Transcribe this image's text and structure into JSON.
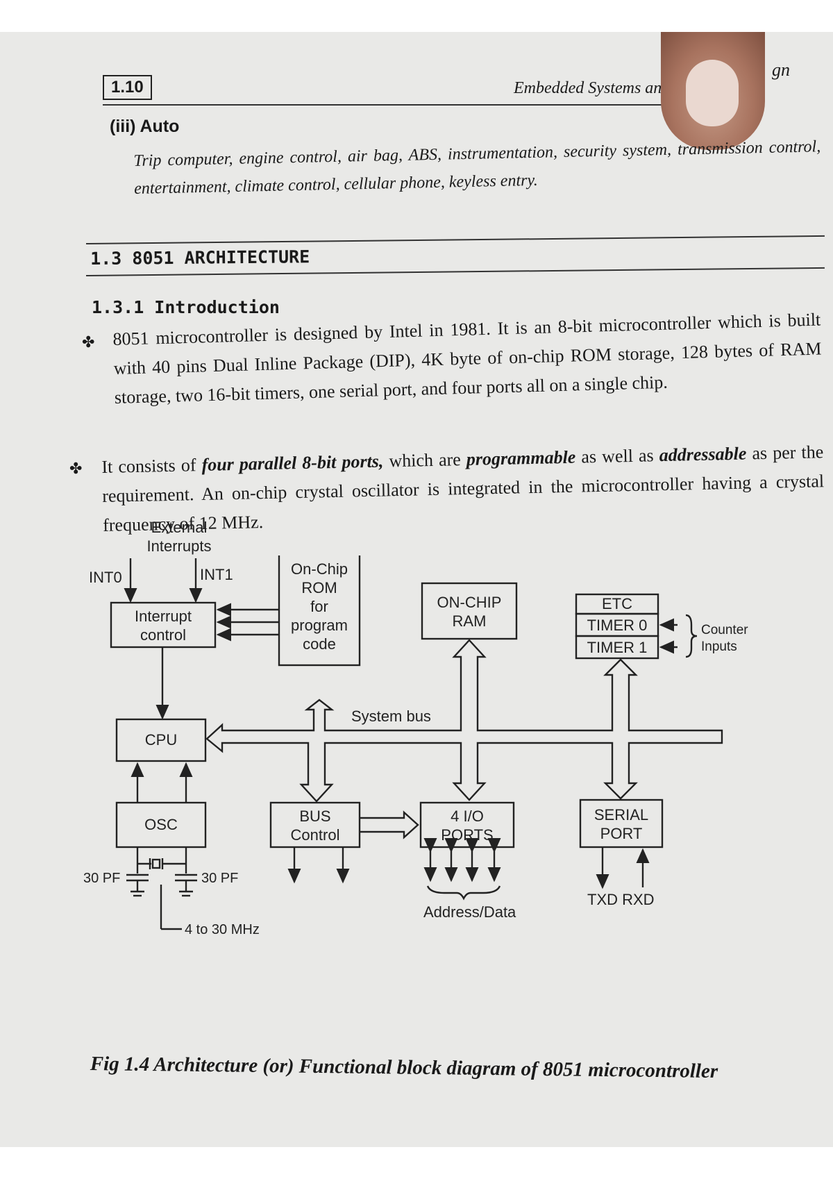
{
  "header": {
    "page_number": "1.10",
    "running_head": "Embedded Systems and",
    "running_head_tail": "gn"
  },
  "auto_section": {
    "title": "(iii) Auto",
    "text": "Trip computer, engine control, air bag, ABS, instrumentation, security system, transmission control, entertainment, climate control, cellular phone, keyless entry."
  },
  "section": {
    "heading": "1.3  8051 ARCHITECTURE"
  },
  "subsection": {
    "heading": "1.3.1  Introduction"
  },
  "bullets": [
    {
      "text": "8051 microcontroller is designed by Intel in 1981. It is an 8-bit microcontroller which is built with 40 pins Dual Inline Package (DIP), 4K byte of on-chip ROM storage, 128 bytes of RAM storage, two 16-bit timers, one serial port, and four ports all on a single chip."
    },
    {
      "pre": "It consists of ",
      "em1": "four parallel 8-bit ports,",
      "mid": " which are ",
      "em2": "programmable",
      "mid2": " as well as ",
      "em3": "addressable",
      "post": " as per the requirement. An on-chip crystal oscillator is integrated in the microcontroller having a crystal frequency of 12 MHz."
    }
  ],
  "diagram": {
    "external_interrupts": "External\nInterrupts",
    "int0": "INT0",
    "int1": "INT1",
    "interrupt_control": "Interrupt\ncontrol",
    "rom": "On-Chip\nROM\nfor\nprogram\ncode",
    "ram": "ON-CHIP\nRAM",
    "etc": "ETC",
    "timer0": "TIMER 0",
    "timer1": "TIMER 1",
    "counter_inputs": "Counter\nInputs",
    "system_bus": "System bus",
    "cpu": "CPU",
    "osc": "OSC",
    "bus_control": "BUS\nControl",
    "io_ports": "4 I/O\nPORTS",
    "serial_port": "SERIAL\nPORT",
    "cap_left": "30 PF",
    "cap_right": "30 PF",
    "txd_rxd": "TXD  RXD",
    "address_data": "Address/Data",
    "crystal_freq": "4 to 30 MHz"
  },
  "figure_caption": "Fig 1.4 Architecture (or) Functional block diagram of 8051 microcontroller"
}
